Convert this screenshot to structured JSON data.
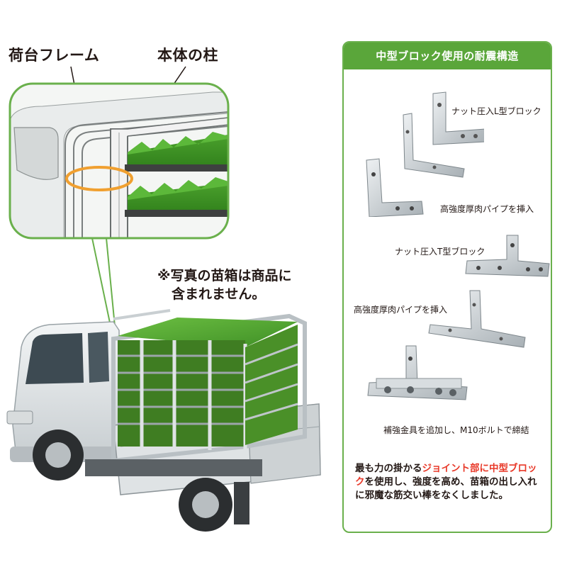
{
  "callouts": {
    "frame_label": "荷台フレーム",
    "pillar_label": "本体の柱"
  },
  "note": {
    "line1": "※写真の苗箱は商品に",
    "line2": "含まれません。"
  },
  "panel": {
    "title": "中型ブロック使用の耐震構造",
    "captions": {
      "l_block": "ナット圧入L型ブロック",
      "pipe_1": "高強度厚肉パイプを挿入",
      "t_block": "ナット圧入T型ブロック",
      "pipe_2": "高強度厚肉パイプを挿入",
      "reinforce": "補強金具を追加し、M10ボルトで締結"
    },
    "description": {
      "part1": "最も力の掛かる",
      "part2": "ジョイント部に中型ブロック",
      "part3": "を使用し、強度を高め、苗箱の出し入れに邪魔な筋交い棒をなくしました。"
    }
  },
  "colors": {
    "accent_green": "#5aa63a",
    "highlight_red": "#e83828",
    "pipe_orange": "#f0a030"
  }
}
